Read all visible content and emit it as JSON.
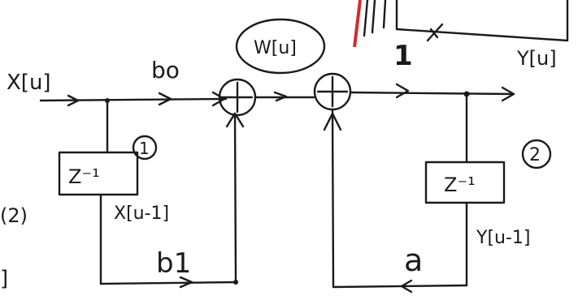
{
  "labels": {
    "input": "X[u]",
    "coef_b0": "bo",
    "coef_b1": "b1",
    "coef_a": "a",
    "node_w": "W[u]",
    "delay_in": "Z⁻¹",
    "delay_out": "Z⁻¹",
    "delayed_input": "X[u-1]",
    "output": "Y[u]",
    "delayed_output": "Y[u-1]",
    "marker_1": "1",
    "marker_2": "2",
    "big_one": "1",
    "edge_left_2": "(2)",
    "edge_left_bracket": "]"
  },
  "colors": {
    "ink": "#1a1a1a",
    "red_mark": "#d42a2a"
  }
}
